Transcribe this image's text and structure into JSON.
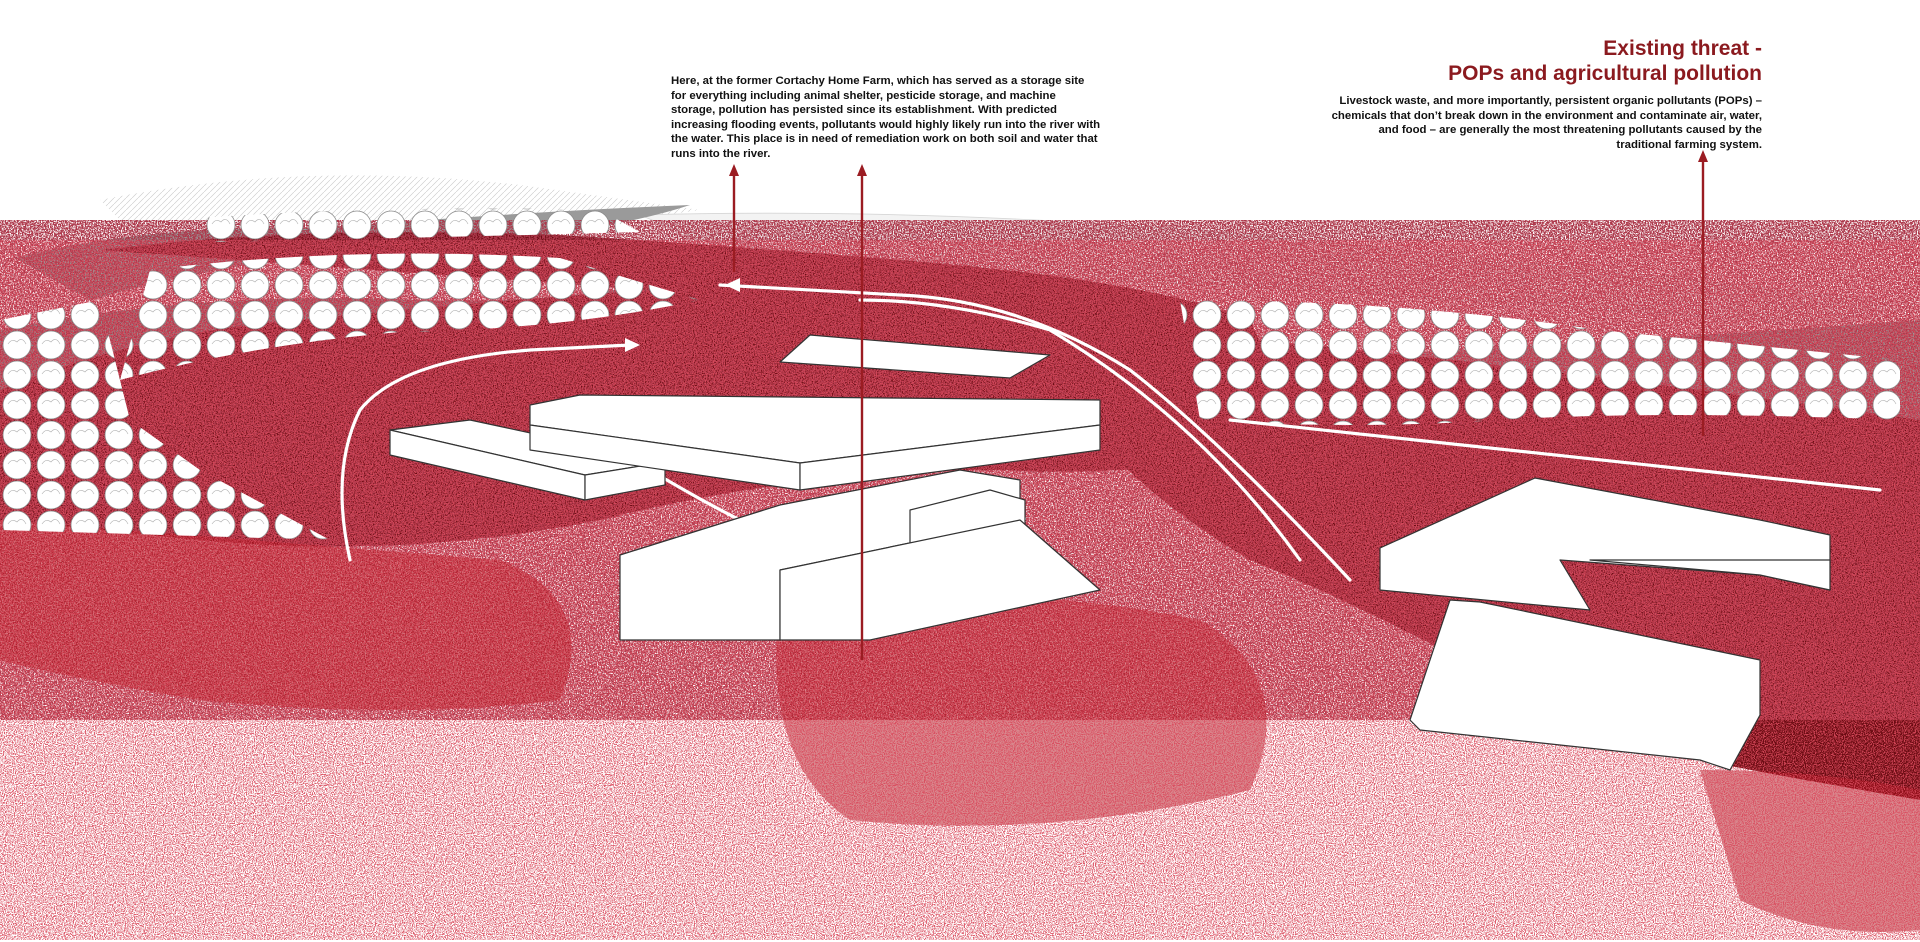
{
  "farm_note": {
    "text": "Here, at the former Cortachy Home Farm, which has served as a storage site for everything including animal shelter, pesticide storage, and machine storage, pollution has persisted since its establishment. With predicted increasing flooding events, pollutants would highly likely run into the river with the water. This place is in need of remediation work on both soil and water that runs into the river."
  },
  "threat": {
    "title_line1": "Existing threat -",
    "title_line2": "POPs and agricultural pollution",
    "body": "Livestock waste, and more importantly, persistent organic pollutants (POPs) – chemicals that don’t break down in the environment and contaminate air, water, and food – are generally the most threatening pollutants caused by the traditional farming system."
  },
  "colors": {
    "pollution_red": "#b3121d",
    "pollution_dark": "#6b0b12",
    "callout_line": "#9b1c22",
    "title_red": "#8b1a1f",
    "terrain_grey": "#9a9a9a"
  },
  "icons": [
    "flow-arrow-icon",
    "callout-arrow-icon"
  ]
}
